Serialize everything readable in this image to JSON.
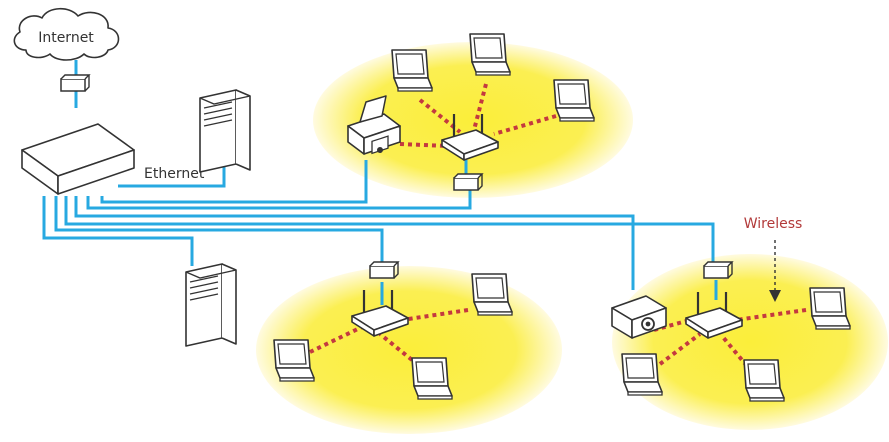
{
  "labels": {
    "internet": "Internet",
    "ethernet": "Ethernet",
    "wireless": "Wireless"
  },
  "colors": {
    "cable": "#27a9e1",
    "wireless_link": "#c4393f",
    "zone_fill": "#fbee3a",
    "outline": "#3a3a3a",
    "device_fill": "#ffffff",
    "label_text": "#333333",
    "wireless_label": "#b23a3a"
  }
}
